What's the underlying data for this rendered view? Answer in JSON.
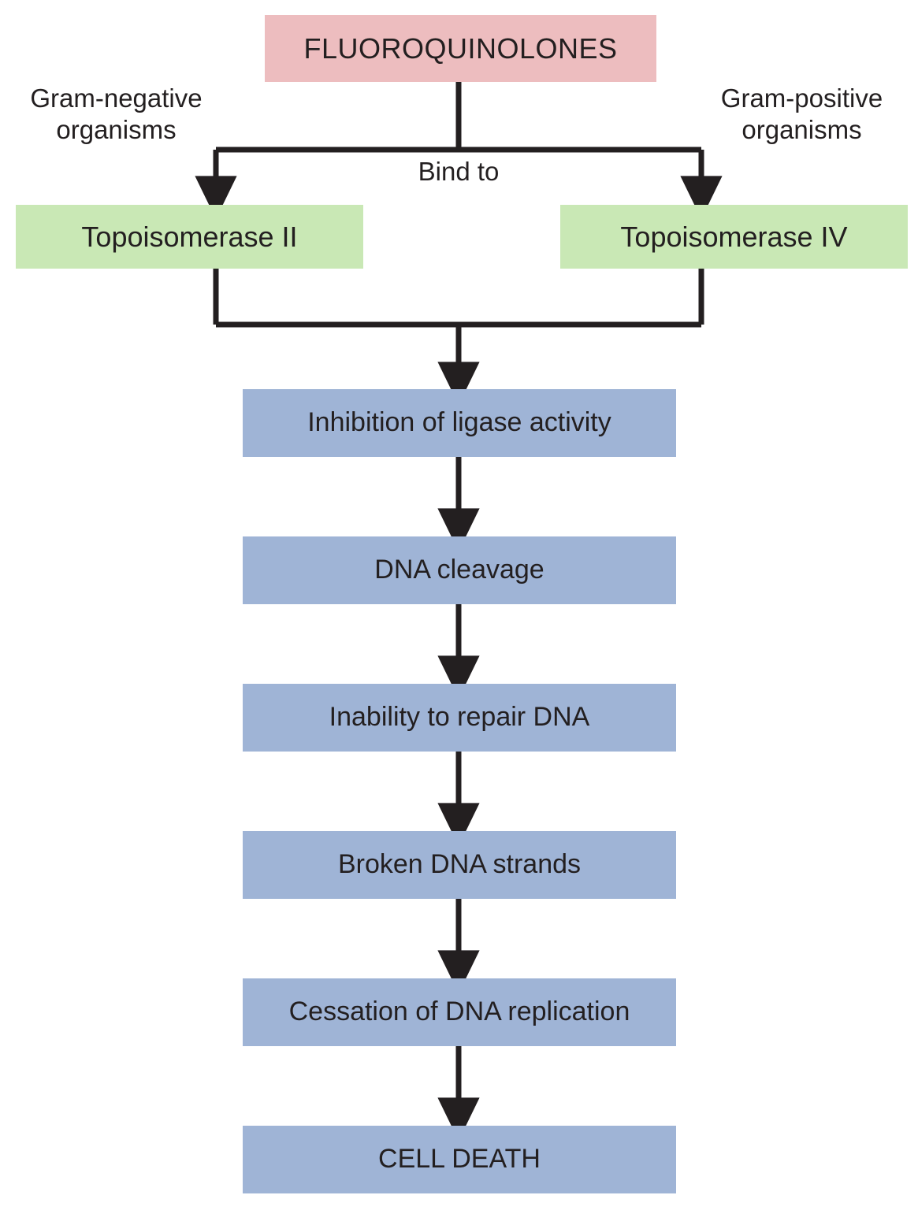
{
  "diagram": {
    "title": "Fluoroquinolones mechanism of action flowchart",
    "type": "flowchart",
    "colors": {
      "drug_box": "#EDBDBF",
      "enzyme_box": "#C9E8B5",
      "step_box": "#9FB4D6",
      "connector": "#231f20",
      "text": "#231f20",
      "background": "#ffffff"
    }
  },
  "nodes": {
    "drug": {
      "label": "FLUOROQUINOLONES",
      "category": "drug"
    },
    "enzyme_left": {
      "label": "Topoisomerase II",
      "category": "enzyme"
    },
    "enzyme_right": {
      "label": "Topoisomerase IV",
      "category": "enzyme"
    },
    "steps": [
      {
        "label": "Inhibition of ligase activity"
      },
      {
        "label": "DNA cleavage"
      },
      {
        "label": "Inability to repair DNA"
      },
      {
        "label": "Broken DNA strands"
      },
      {
        "label": "Cessation of DNA replication"
      },
      {
        "label": "CELL DEATH"
      }
    ]
  },
  "edge_labels": {
    "left_branch": "Gram-negative\norganisms",
    "right_branch": "Gram-positive\norganisms",
    "bind": "Bind to"
  }
}
